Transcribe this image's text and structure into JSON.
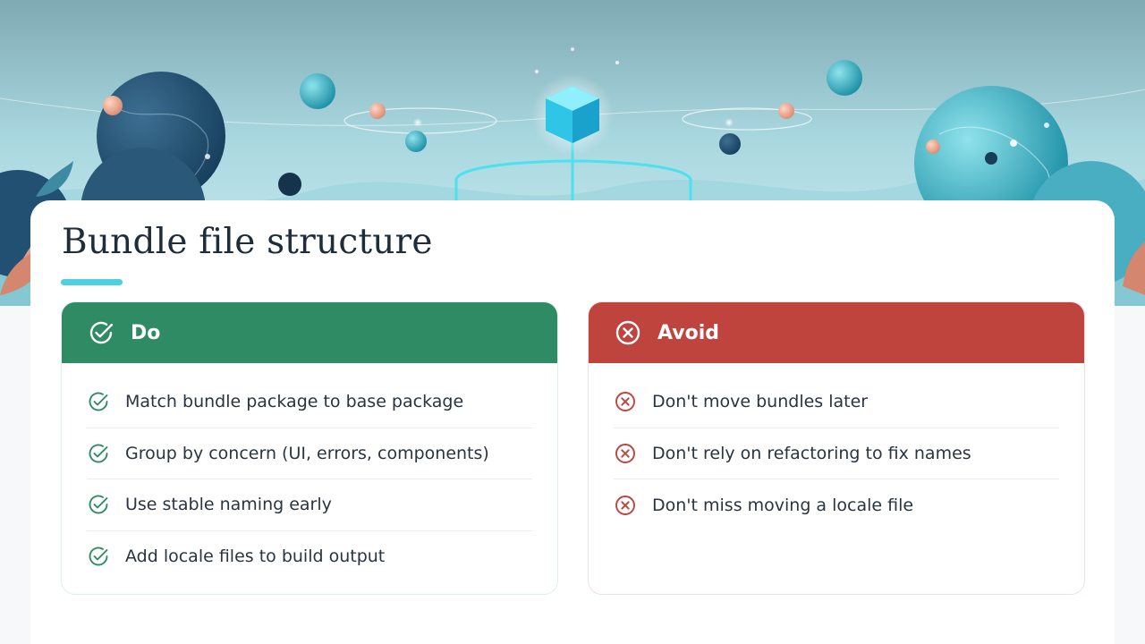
{
  "title": "Bundle file structure",
  "colors": {
    "accent_underline": "#4dd0e1",
    "do_header": "#2e8b63",
    "avoid_header": "#c0443e",
    "do_icon": "#2e8b63",
    "avoid_icon": "#c0443e"
  },
  "do_panel": {
    "heading": "Do",
    "icon": "check-circle-icon",
    "items": [
      "Match bundle package to base package",
      "Group by concern (UI, errors, components)",
      "Use stable naming early",
      "Add locale files to build output"
    ]
  },
  "avoid_panel": {
    "heading": "Avoid",
    "icon": "x-circle-icon",
    "items": [
      "Don't move bundles later",
      "Don't rely on refactoring to fix names",
      "Don't miss moving a locale file"
    ]
  }
}
